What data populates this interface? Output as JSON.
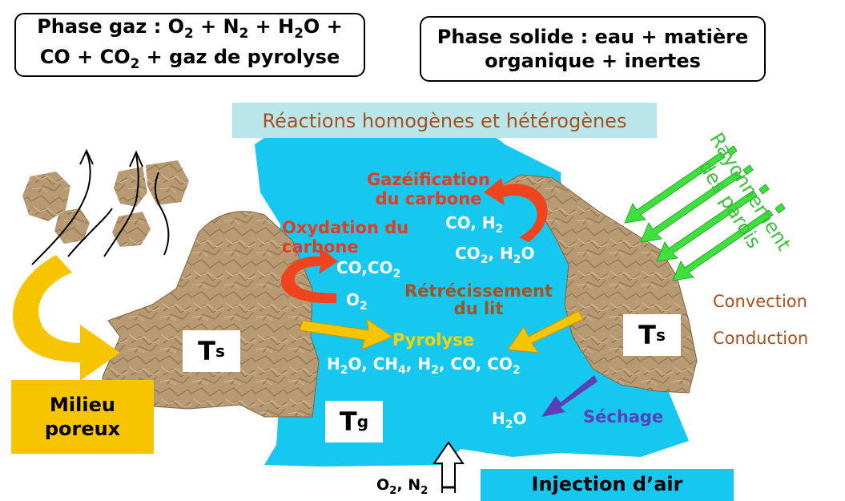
{
  "gas_phase": {
    "line1_prefix": "Phase gaz : O",
    "line1_s1": "2",
    "line1_mid1": " + N",
    "line1_s2": "2",
    "line1_mid2": " + H",
    "line1_s3": "2",
    "line1_suffix": "O +",
    "line2_prefix": "CO + CO",
    "line2_s1": "2",
    "line2_suffix": " + gaz de pyrolyse"
  },
  "solid_phase": {
    "line1": "Phase solide : eau + matière",
    "line2": "organique + inertes"
  },
  "reactions_banner": "Réactions homogènes et hétérogènes",
  "radiation": {
    "line1": "Rayonnement",
    "line2": "des parois"
  },
  "gasification": {
    "line1": "Gazéification",
    "line2": "du carbone"
  },
  "gasification_products": {
    "a_pre": "CO, H",
    "a_sub": "2"
  },
  "gasification_reactants": {
    "b_pre": "CO",
    "b_sub1": "2",
    "b_mid": ", H",
    "b_sub2": "2",
    "b_suf": "O"
  },
  "oxidation": {
    "line1": "Oxydation du",
    "line2": "carbone"
  },
  "oxidation_products": {
    "pre": "CO,CO",
    "sub": "2"
  },
  "oxidation_reactant": {
    "pre": "O",
    "sub": "2"
  },
  "shrinkage": {
    "line1": "Rétrécissement",
    "line2": "du lit"
  },
  "convection": "Convection",
  "conduction": "Conduction",
  "pyrolysis": "Pyrolyse",
  "pyrolysis_products": {
    "p1": "H",
    "s1": "2",
    "p2": "O, CH",
    "s2": "4",
    "p3": ", H",
    "s3": "2",
    "p4": ", CO, CO",
    "s4": "2"
  },
  "t_solid": {
    "main": "T",
    "sub": "s"
  },
  "t_gas": {
    "main": "T",
    "sub": "g"
  },
  "drying": "Séchage",
  "drying_water": {
    "pre": "H",
    "sub": "2",
    "suf": "O"
  },
  "porous_medium": {
    "line1": "Milieu",
    "line2": "poreux"
  },
  "air_injection": "Injection d’air",
  "air_inputs": {
    "pre1": "O",
    "sub1": "2",
    "mid": ", N",
    "sub2": "2"
  },
  "colors": {
    "gas_region": "#16c8f0",
    "particle": "#b89a72",
    "banner": "#b8e6ea",
    "yellow_arrow": "#f7c400",
    "red_arrow": "#f0451c",
    "green_arrow": "#3ee03e",
    "purple_arrow": "#5a3fb8",
    "brown_text": "#a8501e"
  }
}
